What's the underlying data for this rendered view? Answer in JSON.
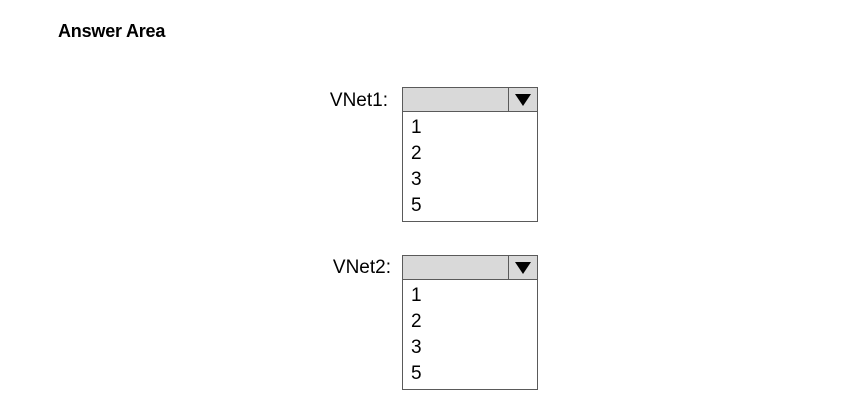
{
  "title": "Answer Area",
  "questions": [
    {
      "label": "VNet1:",
      "selected": "",
      "options": [
        "1",
        "2",
        "3",
        "5"
      ]
    },
    {
      "label": "VNet2:",
      "selected": "",
      "options": [
        "1",
        "2",
        "3",
        "5"
      ]
    }
  ],
  "icons": {
    "dropdown_arrow": "triangle-down-icon"
  }
}
